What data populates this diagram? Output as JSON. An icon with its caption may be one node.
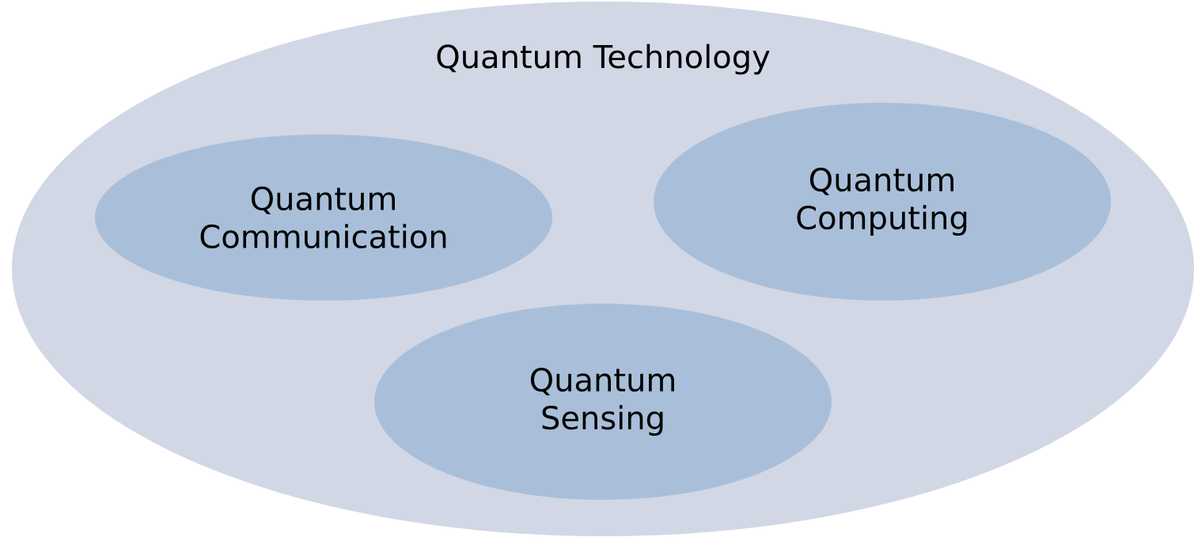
{
  "diagram": {
    "nodes": [
      {
        "text": [
          "Quantum Technology"
        ]
      },
      {
        "text": [
          "Quantum Communication"
        ],
        "in": 0
      },
      {
        "text": [
          "Quantum Computing"
        ],
        "in": 0
      },
      {
        "text": [
          "Quantum Sensing"
        ],
        "in": 0
      }
    ]
  }
}
